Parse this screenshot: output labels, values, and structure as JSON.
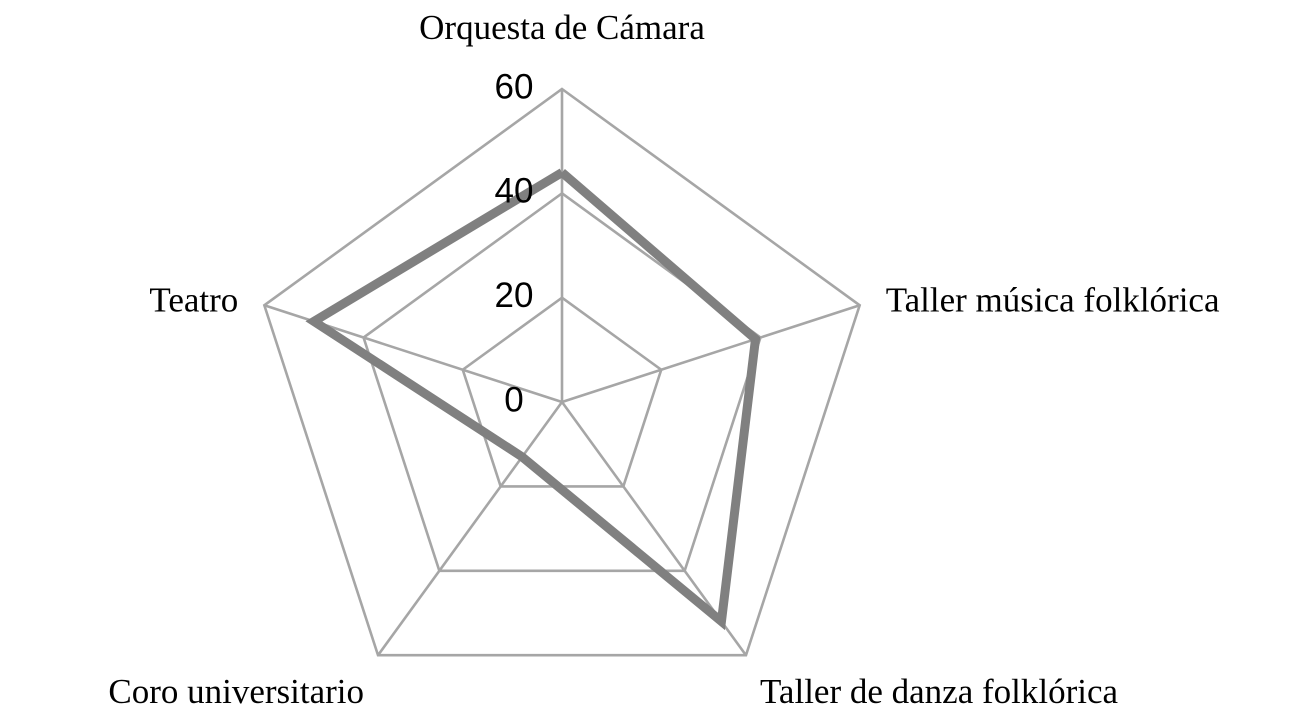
{
  "chart_data": {
    "type": "radar",
    "title": "",
    "categories": [
      "Orquesta de Cámara",
      "Taller música folklórica",
      "Taller de danza folklórica",
      "Coro universitario",
      "Teatro"
    ],
    "values": [
      44,
      39,
      52,
      13,
      50
    ],
    "series": [
      {
        "name": "",
        "values": [
          44,
          39,
          52,
          13,
          50
        ]
      }
    ],
    "tick_labels": [
      "0",
      "20",
      "40",
      "60"
    ],
    "tick_values": [
      0,
      20,
      40,
      60
    ],
    "rlim": [
      0,
      60
    ],
    "rstep": 20,
    "grid": true,
    "legend": false,
    "legend_position": "none",
    "xlabel": "",
    "ylabel": "",
    "colors": {
      "series_line": "#808080",
      "grid": "#a6a6a6",
      "background": "#ffffff",
      "text": "#000000"
    },
    "geometry": {
      "center_x": 562,
      "center_y": 402,
      "outer_radius": 313,
      "start_angle_deg": -90,
      "direction": "clockwise"
    }
  },
  "labels": {
    "cat0": "Orquesta de Cámara",
    "cat1": "Taller música folklórica",
    "cat2": "Taller de danza folklórica",
    "cat3": "Coro universitario",
    "cat4": "Teatro",
    "tick0": "0",
    "tick1": "20",
    "tick2": "40",
    "tick3": "60"
  }
}
